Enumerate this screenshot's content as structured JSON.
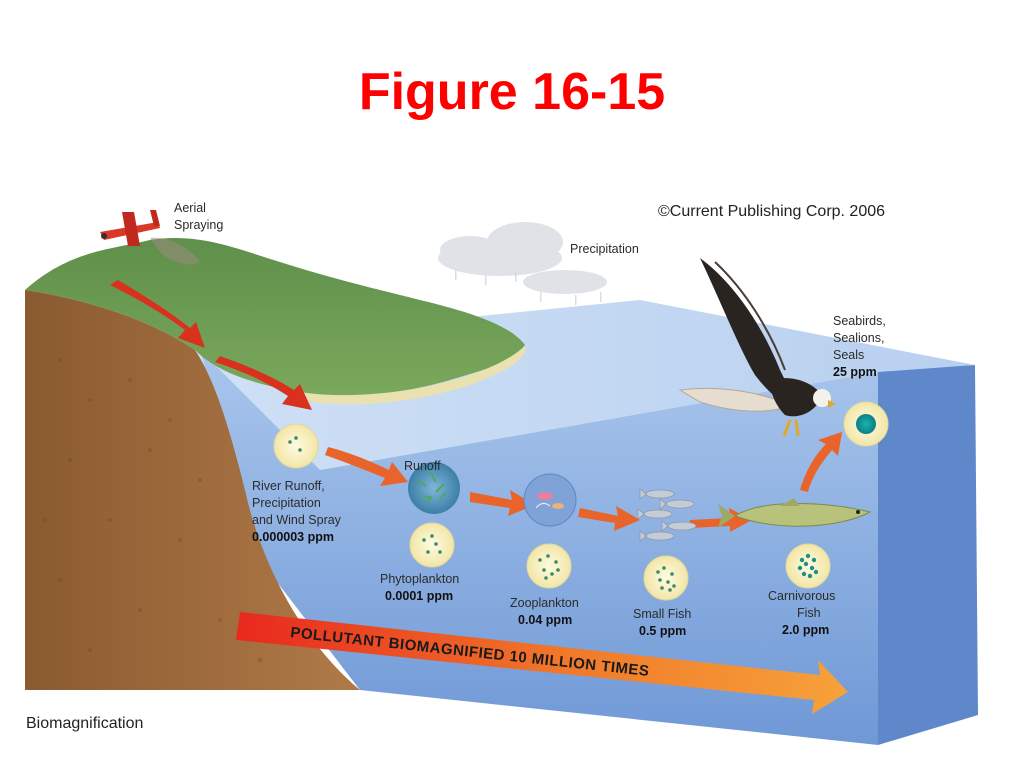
{
  "title": "Figure 16-15",
  "copyright": "©Current Publishing Corp. 2006",
  "caption": "Biomagnification",
  "labels": {
    "aerial_1": "Aerial",
    "aerial_2": "Spraying",
    "precipitation": "Precipitation",
    "runoff": "Runoff",
    "source_1": "River Runoff,",
    "source_2": "Precipitation",
    "source_3": "and Wind Spray",
    "source_ppm": "0.000003 ppm"
  },
  "trophic_levels": [
    {
      "name": "Phytoplankton",
      "ppm": "0.0001 ppm"
    },
    {
      "name": "Zooplankton",
      "ppm": "0.04 ppm"
    },
    {
      "name": "Small Fish",
      "ppm": "0.5 ppm"
    },
    {
      "name_1": "Carnivorous",
      "name_2": "Fish",
      "ppm": "2.0 ppm"
    }
  ],
  "top_predators": {
    "line_1": "Seabirds,",
    "line_2": "Sealions,",
    "line_3": "Seals",
    "ppm": "25 ppm"
  },
  "banner": "POLLUTANT BIOMAGNIFIED 10 MILLION TIMES",
  "colors": {
    "title": "#ff0000",
    "water": "#8fb3e0",
    "soil": "#9c6a3c",
    "arrow": "#e8642a"
  }
}
